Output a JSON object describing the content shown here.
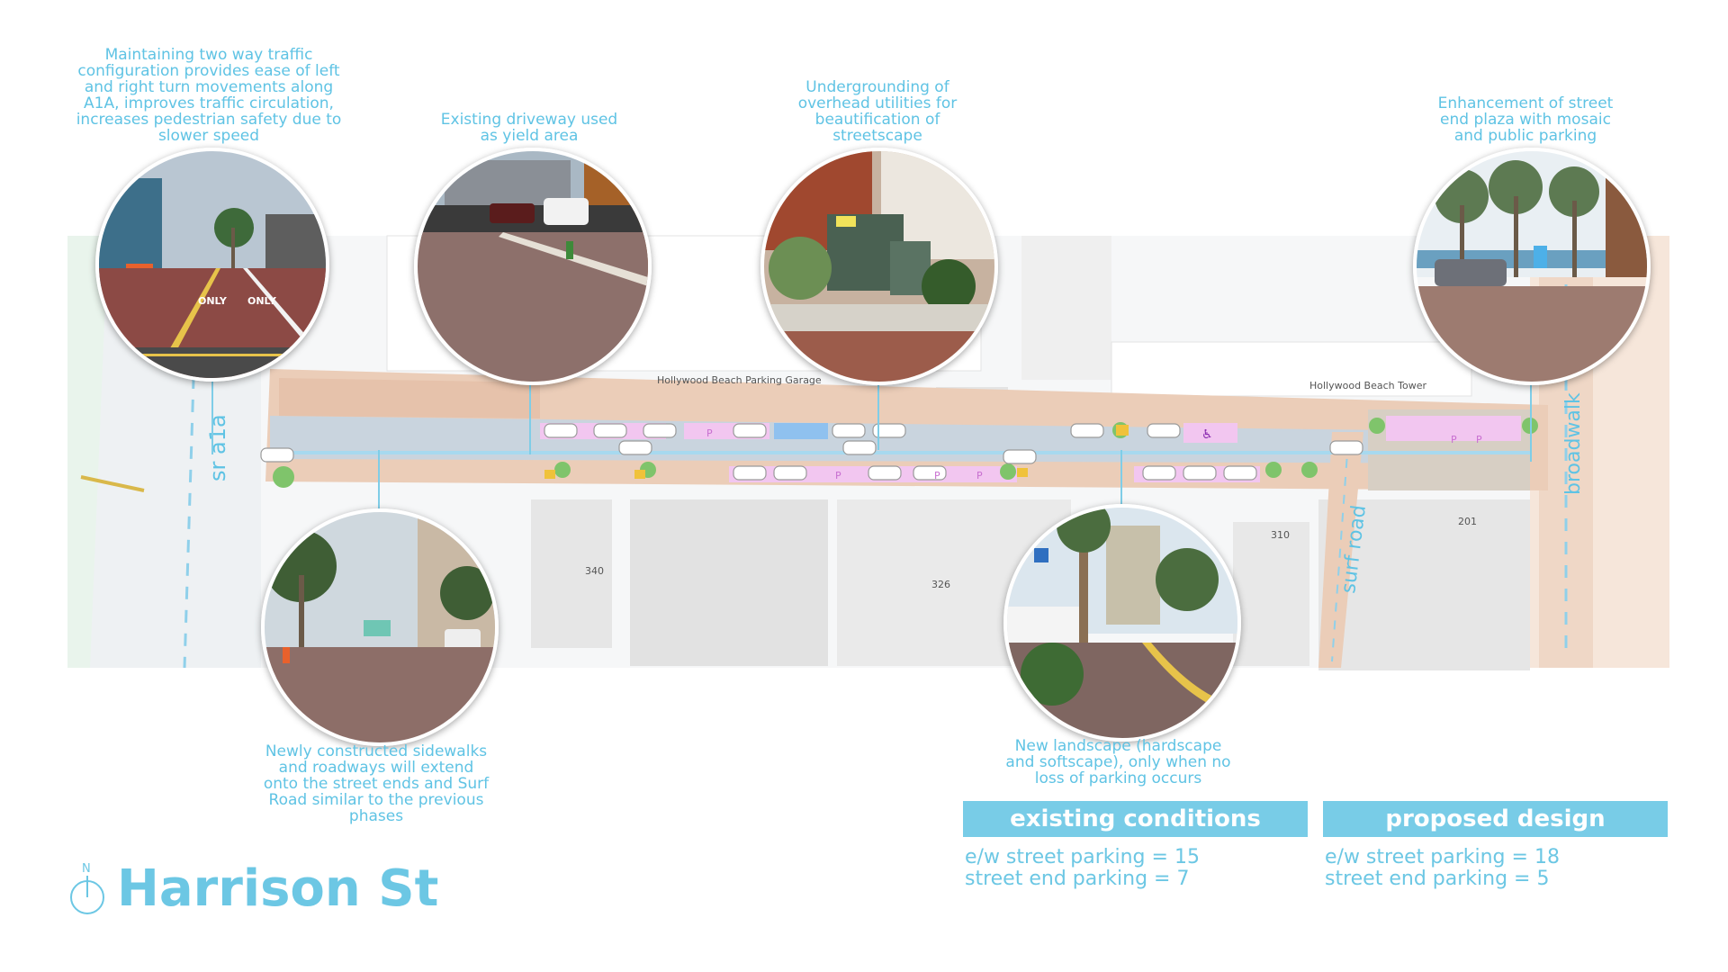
{
  "title": "Harrison St",
  "north_label": "N",
  "notes": {
    "two_way": "Maintaining two way traffic configuration provides ease of left and right turn movements along A1A, improves traffic circulation, increases pedestrian safety due to slower speed",
    "driveway": "Existing driveway used as yield area",
    "utilities": "Undergrounding of overhead utilities for beautification of streetscape",
    "plaza": "Enhancement of street end plaza with mosaic and public parking",
    "sidewalks": "Newly constructed sidewalks and roadways will extend onto the street ends and Surf Road similar to the previous phases",
    "landscape": "New landscape (hardscape and softscape), only when no loss of parking occurs"
  },
  "map_labels": {
    "garage": "Hollywood Beach Parking Garage",
    "tower": "Hollywood Beach Tower",
    "sr_a1a": "sr a1a",
    "surf_road": "surf road",
    "broadwalk": "broadwalk",
    "parcel_340": "340",
    "parcel_326": "326",
    "parcel_310": "310",
    "parcel_201": "201",
    "parking_p": "P",
    "accessible": "♿",
    "photo_sign_only": "ONLY"
  },
  "existing": {
    "heading": "existing conditions",
    "line1": "e/w street parking = 15",
    "line2": "street end parking = 7"
  },
  "proposed": {
    "heading": "proposed design",
    "line1": "e/w street parking = 18",
    "line2": "street end parking = 5"
  },
  "colors": {
    "accent": "#6cc7e4",
    "pavers": "#e9c9b4",
    "road": "#c9d3dc",
    "parking_pink": "#f2c6f0",
    "building": "#dcdcdc"
  }
}
